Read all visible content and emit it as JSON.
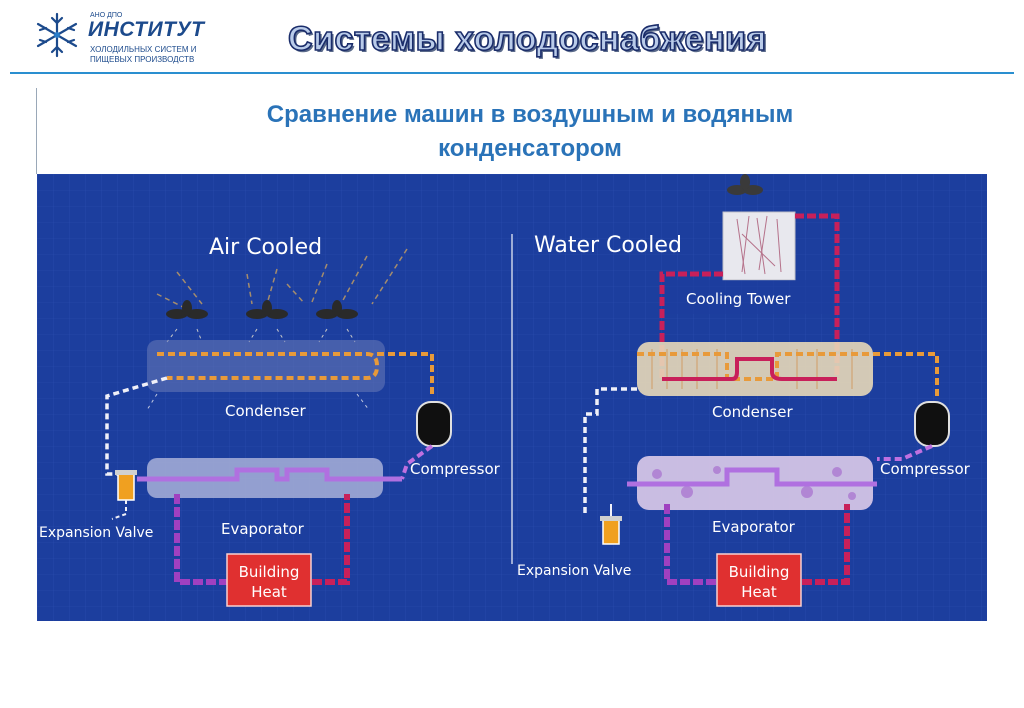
{
  "logo": {
    "small": "АНО ДПО",
    "main": "ИНСТИТУТ",
    "line1": "ХОЛОДИЛЬНЫХ СИСТЕМ И",
    "line2": "ПИЩЕВЫХ ПРОИЗВОДСТВ"
  },
  "header": {
    "title": "Системы холодоснабжения"
  },
  "subtitle": {
    "line1": "Сравнение машин в воздушным и водяным",
    "line2": "конденсатором"
  },
  "diagram": {
    "colors": {
      "background": "#1c3e9e",
      "hot_line": "#e89a3a",
      "cool_line": "#b070e0",
      "red_line": "#c8205a",
      "heat_box": "#e03030",
      "valve": "#f0a020"
    },
    "air": {
      "title": "Air Cooled",
      "condenser": "Condenser",
      "compressor": "Compressor",
      "expansion_valve": "Expansion Valve",
      "evaporator": "Evaporator",
      "building_heat_line1": "Building",
      "building_heat_line2": "Heat"
    },
    "water": {
      "title": "Water Cooled",
      "cooling_tower": "Cooling Tower",
      "condenser": "Condenser",
      "compressor": "Compressor",
      "expansion_valve": "Expansion Valve",
      "evaporator": "Evaporator",
      "building_heat_line1": "Building",
      "building_heat_line2": "Heat"
    }
  }
}
